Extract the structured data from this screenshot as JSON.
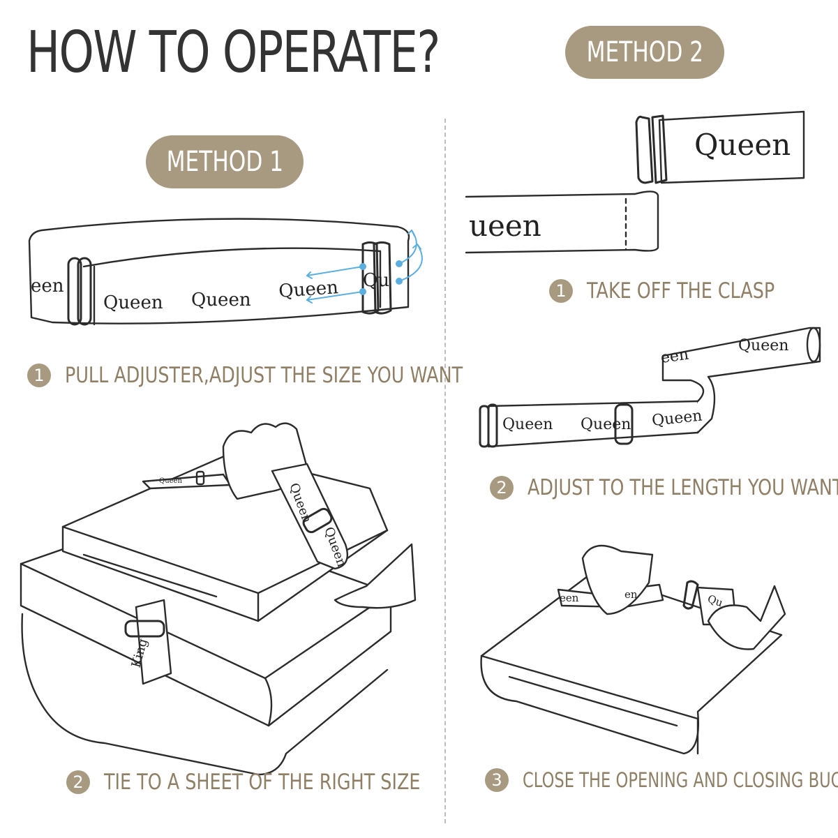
{
  "title": "HOW TO OPERATE?",
  "colors": {
    "accent": "#a89a80",
    "text": "#333333",
    "step_text": "#8f7f65"
  },
  "method1": {
    "label": "METHOD 1",
    "steps": [
      {
        "num": "1",
        "text": "PULL ADJUSTER,ADJUST THE SIZE YOU WANT"
      },
      {
        "num": "2",
        "text": "TIE TO A SHEET OF THE RIGHT SIZE"
      }
    ]
  },
  "method2": {
    "label": "METHOD 2",
    "steps": [
      {
        "num": "1",
        "text": "TAKE OFF THE CLASP"
      },
      {
        "num": "2",
        "text": "ADJUST TO THE LENGTH YOU WANT"
      },
      {
        "num": "3",
        "text": "CLOSE THE OPENING AND CLOSING BUCKLE"
      }
    ]
  },
  "strap_labels": {
    "queen": "Queen",
    "king": "King",
    "partial_een": "een",
    "partial_ueen": "ueen",
    "partial_qu": "Qu",
    "partial_en": "en"
  }
}
